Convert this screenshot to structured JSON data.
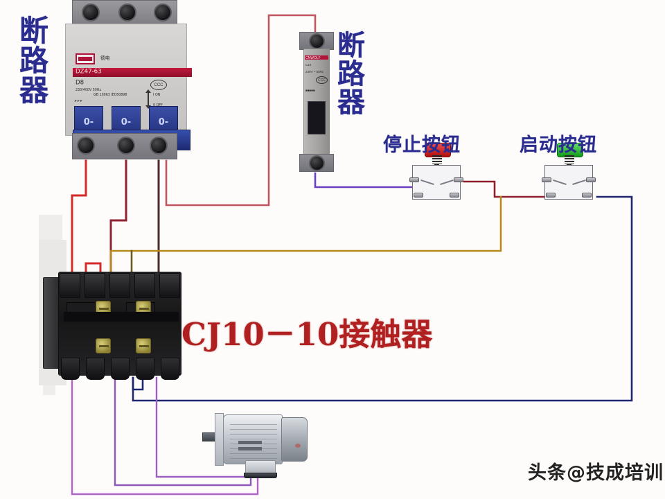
{
  "diagram": {
    "title_text": "CJ10－10接触器",
    "type": "electrical-wiring-diagram",
    "background_color": "#fdfcfa"
  },
  "labels": {
    "breaker1": "断\n路\n器",
    "breaker2": "断\n路\n器",
    "stop_button": "停止按钮",
    "start_button": "启动按钮",
    "contactor": "CJ10－10接触器",
    "label_color": "#2b2c8f",
    "contactor_label_color": "#b02020"
  },
  "watermark": {
    "text": "头条@技成培训",
    "color": "#222222"
  },
  "breaker1": {
    "name": "3-pole circuit breaker",
    "brand_text": "德电",
    "model_text": "DZ47-63",
    "curve_text": "D8",
    "rating_text": "230/400V 50Hz",
    "standard_text": "GB 10963 IEC60898",
    "cert_text": "CCC",
    "on_text": "I ON",
    "off_text": "0 OFF",
    "lever_labels": [
      "0-OFF",
      "0-OFF",
      "0-OFF"
    ],
    "lever_color": "#2b3d9a",
    "band_color": "#b0143a"
  },
  "breaker2": {
    "name": "1-pole circuit breaker",
    "brand_text": "CNWOLF",
    "model_text": "C16",
    "rating_text": "230V ~ 50Hz",
    "cert_text": "CCC",
    "band_color": "#b0143a"
  },
  "stop_button": {
    "name": "stop pushbutton",
    "cap_color": "#c01212",
    "type": "normally-closed"
  },
  "start_button": {
    "name": "start pushbutton",
    "cap_color": "#19a320",
    "type": "normally-open"
  },
  "contactor": {
    "name": "CJ10-10 AC contactor",
    "model": "CJ10－10",
    "body_color": "#1a1a1c",
    "terminal_color": "#b5a84e"
  },
  "motor": {
    "name": "three-phase induction motor",
    "body_color": "#c3c8cf"
  },
  "wires": {
    "power_color": "#d42a2a",
    "control_violet_color": "#6b3fbf",
    "control_blue_color": "#1f2570",
    "coil_yellow_color": "#b58a1e",
    "motor_purple_color": "#b064c8",
    "legend": [
      {
        "color": "#d42a2a",
        "role": "main power / line side (L1 L2 L3)"
      },
      {
        "color": "#6b3fbf",
        "role": "control from breaker 2 to stop button"
      },
      {
        "color": "#d42a2a",
        "role": "stop button to start button"
      },
      {
        "color": "#1f2570",
        "role": "start button to contactor auxiliary contact"
      },
      {
        "color": "#b58a1e",
        "role": "contactor coil feed"
      },
      {
        "color": "#b064c8",
        "role": "contactor load side to motor"
      }
    ]
  }
}
